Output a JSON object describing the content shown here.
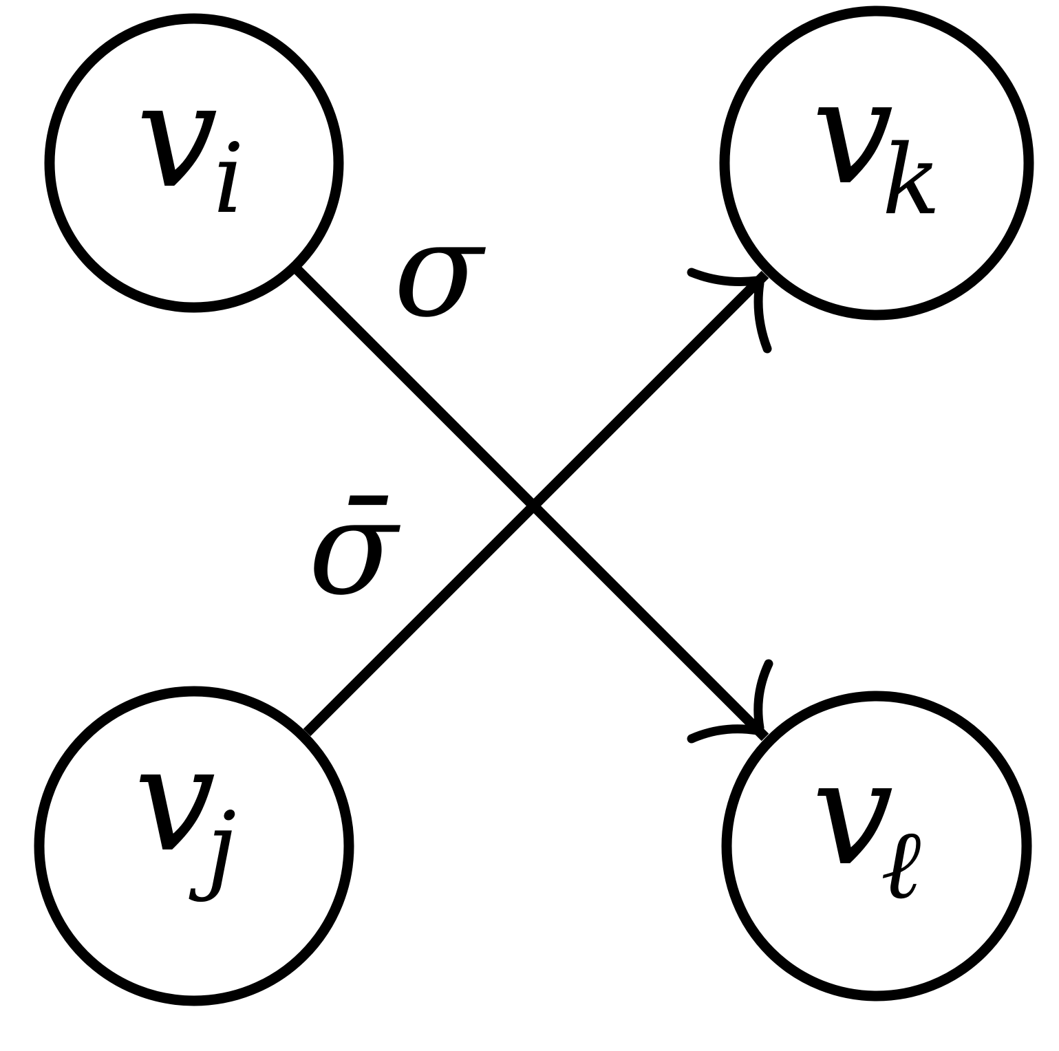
{
  "nodes": {
    "vi": {
      "symbol": "v",
      "subscript": "i"
    },
    "vk": {
      "symbol": "v",
      "subscript": "k"
    },
    "vj": {
      "symbol": "v",
      "subscript": "j"
    },
    "vl": {
      "symbol": "v",
      "subscript": "ℓ"
    }
  },
  "edges": {
    "sigma": {
      "label": "σ",
      "from": "vi",
      "to": "vl"
    },
    "sigma_bar": {
      "label": "σ̄",
      "from": "vj",
      "to": "vk"
    }
  }
}
